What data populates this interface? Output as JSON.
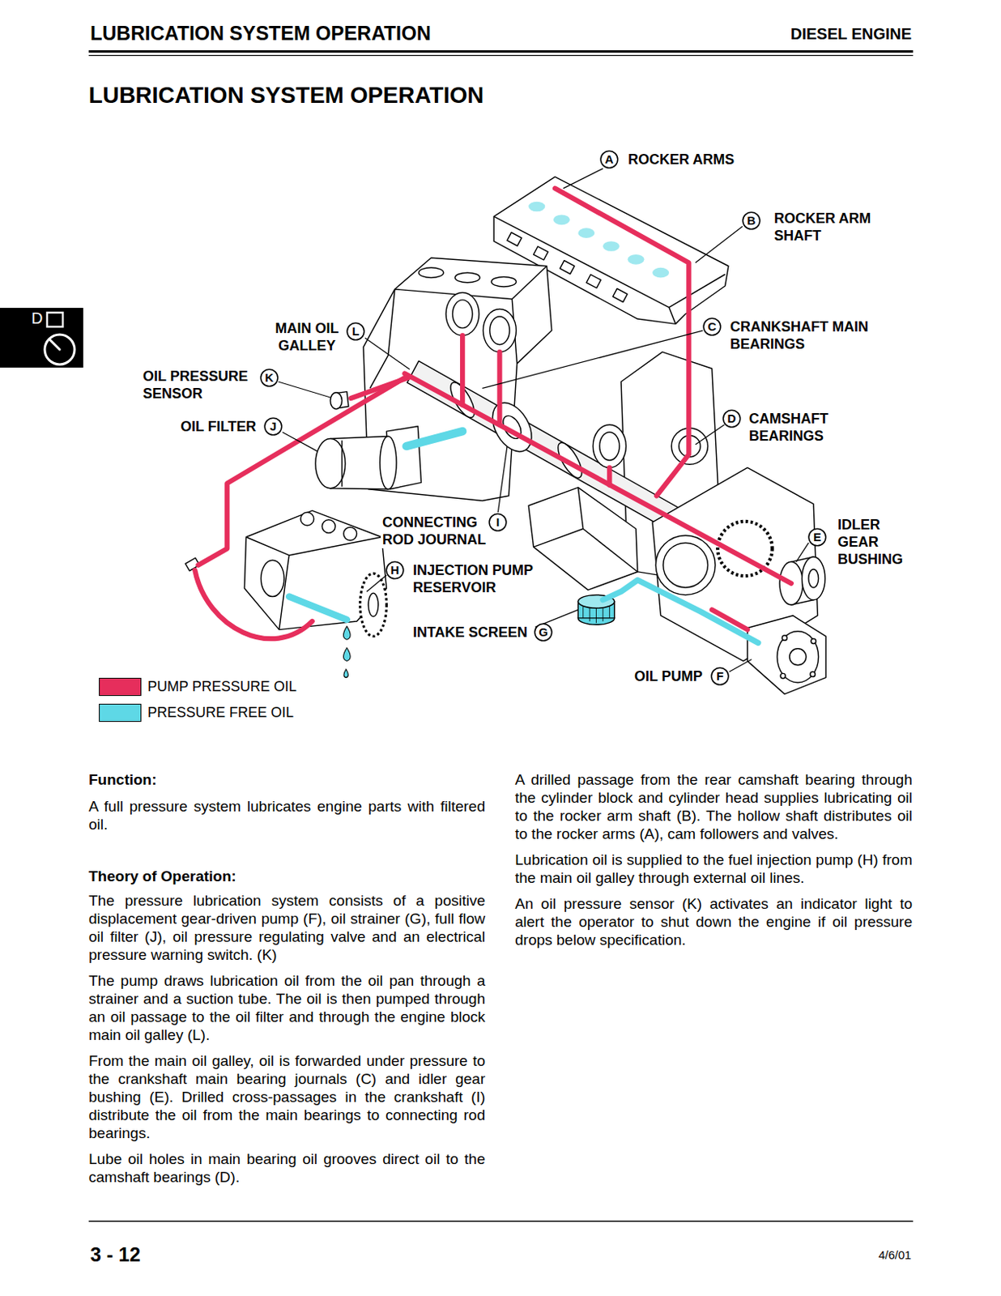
{
  "diagram": {
    "title": "LUBRICATION SYSTEM OPERATION",
    "nodes": [
      {
        "text": [
          "A"
        ]
      },
      {
        "text": [
          "B"
        ]
      },
      {
        "text": [
          "C"
        ]
      },
      {
        "text": [
          "L"
        ]
      },
      {
        "text": [
          "K"
        ]
      },
      {
        "text": [
          "D"
        ]
      },
      {
        "text": [
          "J"
        ]
      },
      {
        "text": [
          "I"
        ]
      },
      {
        "text": [
          "E"
        ]
      },
      {
        "text": [
          "H"
        ]
      },
      {
        "text": [
          "G"
        ]
      },
      {
        "text": [
          "F"
        ]
      }
    ],
    "labels": [
      "LUBRICATION SYSTEM OPERATION",
      "DIESEL ENGINE",
      "D",
      "ROCKER ARMS",
      "ROCKER ARM SHAFT",
      "CRANKSHAFT MAIN BEARINGS",
      "MAIN OIL GALLEY",
      "OIL PRESSURE SENSOR",
      "CAMSHAFT BEARINGS",
      "OIL FILTER",
      "CONNECTING ROD JOURNAL",
      "IDLER GEAR BUSHING",
      "INJECTION PUMP RESERVOIR",
      "INTAKE SCREEN",
      "OIL PUMP",
      "Function:",
      "A full pressure system lubricates engine parts with filtered oil.",
      "Theory of Operation:",
      "The pressure lubrication system consists of a positive displacement gear-driven pump (F), oil strainer (G), full flow oil filter (J), oil pressure regulating valve and an electrical pressure warning switch. (K)",
      "The pump draws lubrication oil from the oil pan through a strainer and a suction tube. The oil is then pumped through an oil passage to the oil filter and through the engine block main oil galley (L).",
      "From the main oil galley, oil is forwarded under pressure to the crankshaft main bearing journals (C) and idler gear bushing (E). Drilled cross-passages in the crankshaft (I) distribute the oil from the main bearings to connecting rod bearings.",
      "Lube oil holes in main bearing oil grooves direct oil to the camshaft bearings (D).",
      "A drilled passage from the rear camshaft bearing through the cylinder block and cylinder head supplies lubricating oil to the rocker arm shaft (B). The hollow shaft distributes oil to the rocker arms (A), cam followers and valves.",
      "Lubrication oil is supplied to the fuel injection pump (H) from the main oil galley through external oil lines.",
      "An oil pressure sensor (K) activates an indicator light to alert the operator to shut down the engine if oil pressure drops below specification.",
      "3 - 12",
      "4/6/01"
    ],
    "legend": [
      {
        "text": "PUMP PRESSURE OIL",
        "color": "#e62e5c"
      },
      {
        "text": "PRESSURE FREE OIL",
        "color": "#5ed8e6"
      }
    ]
  }
}
